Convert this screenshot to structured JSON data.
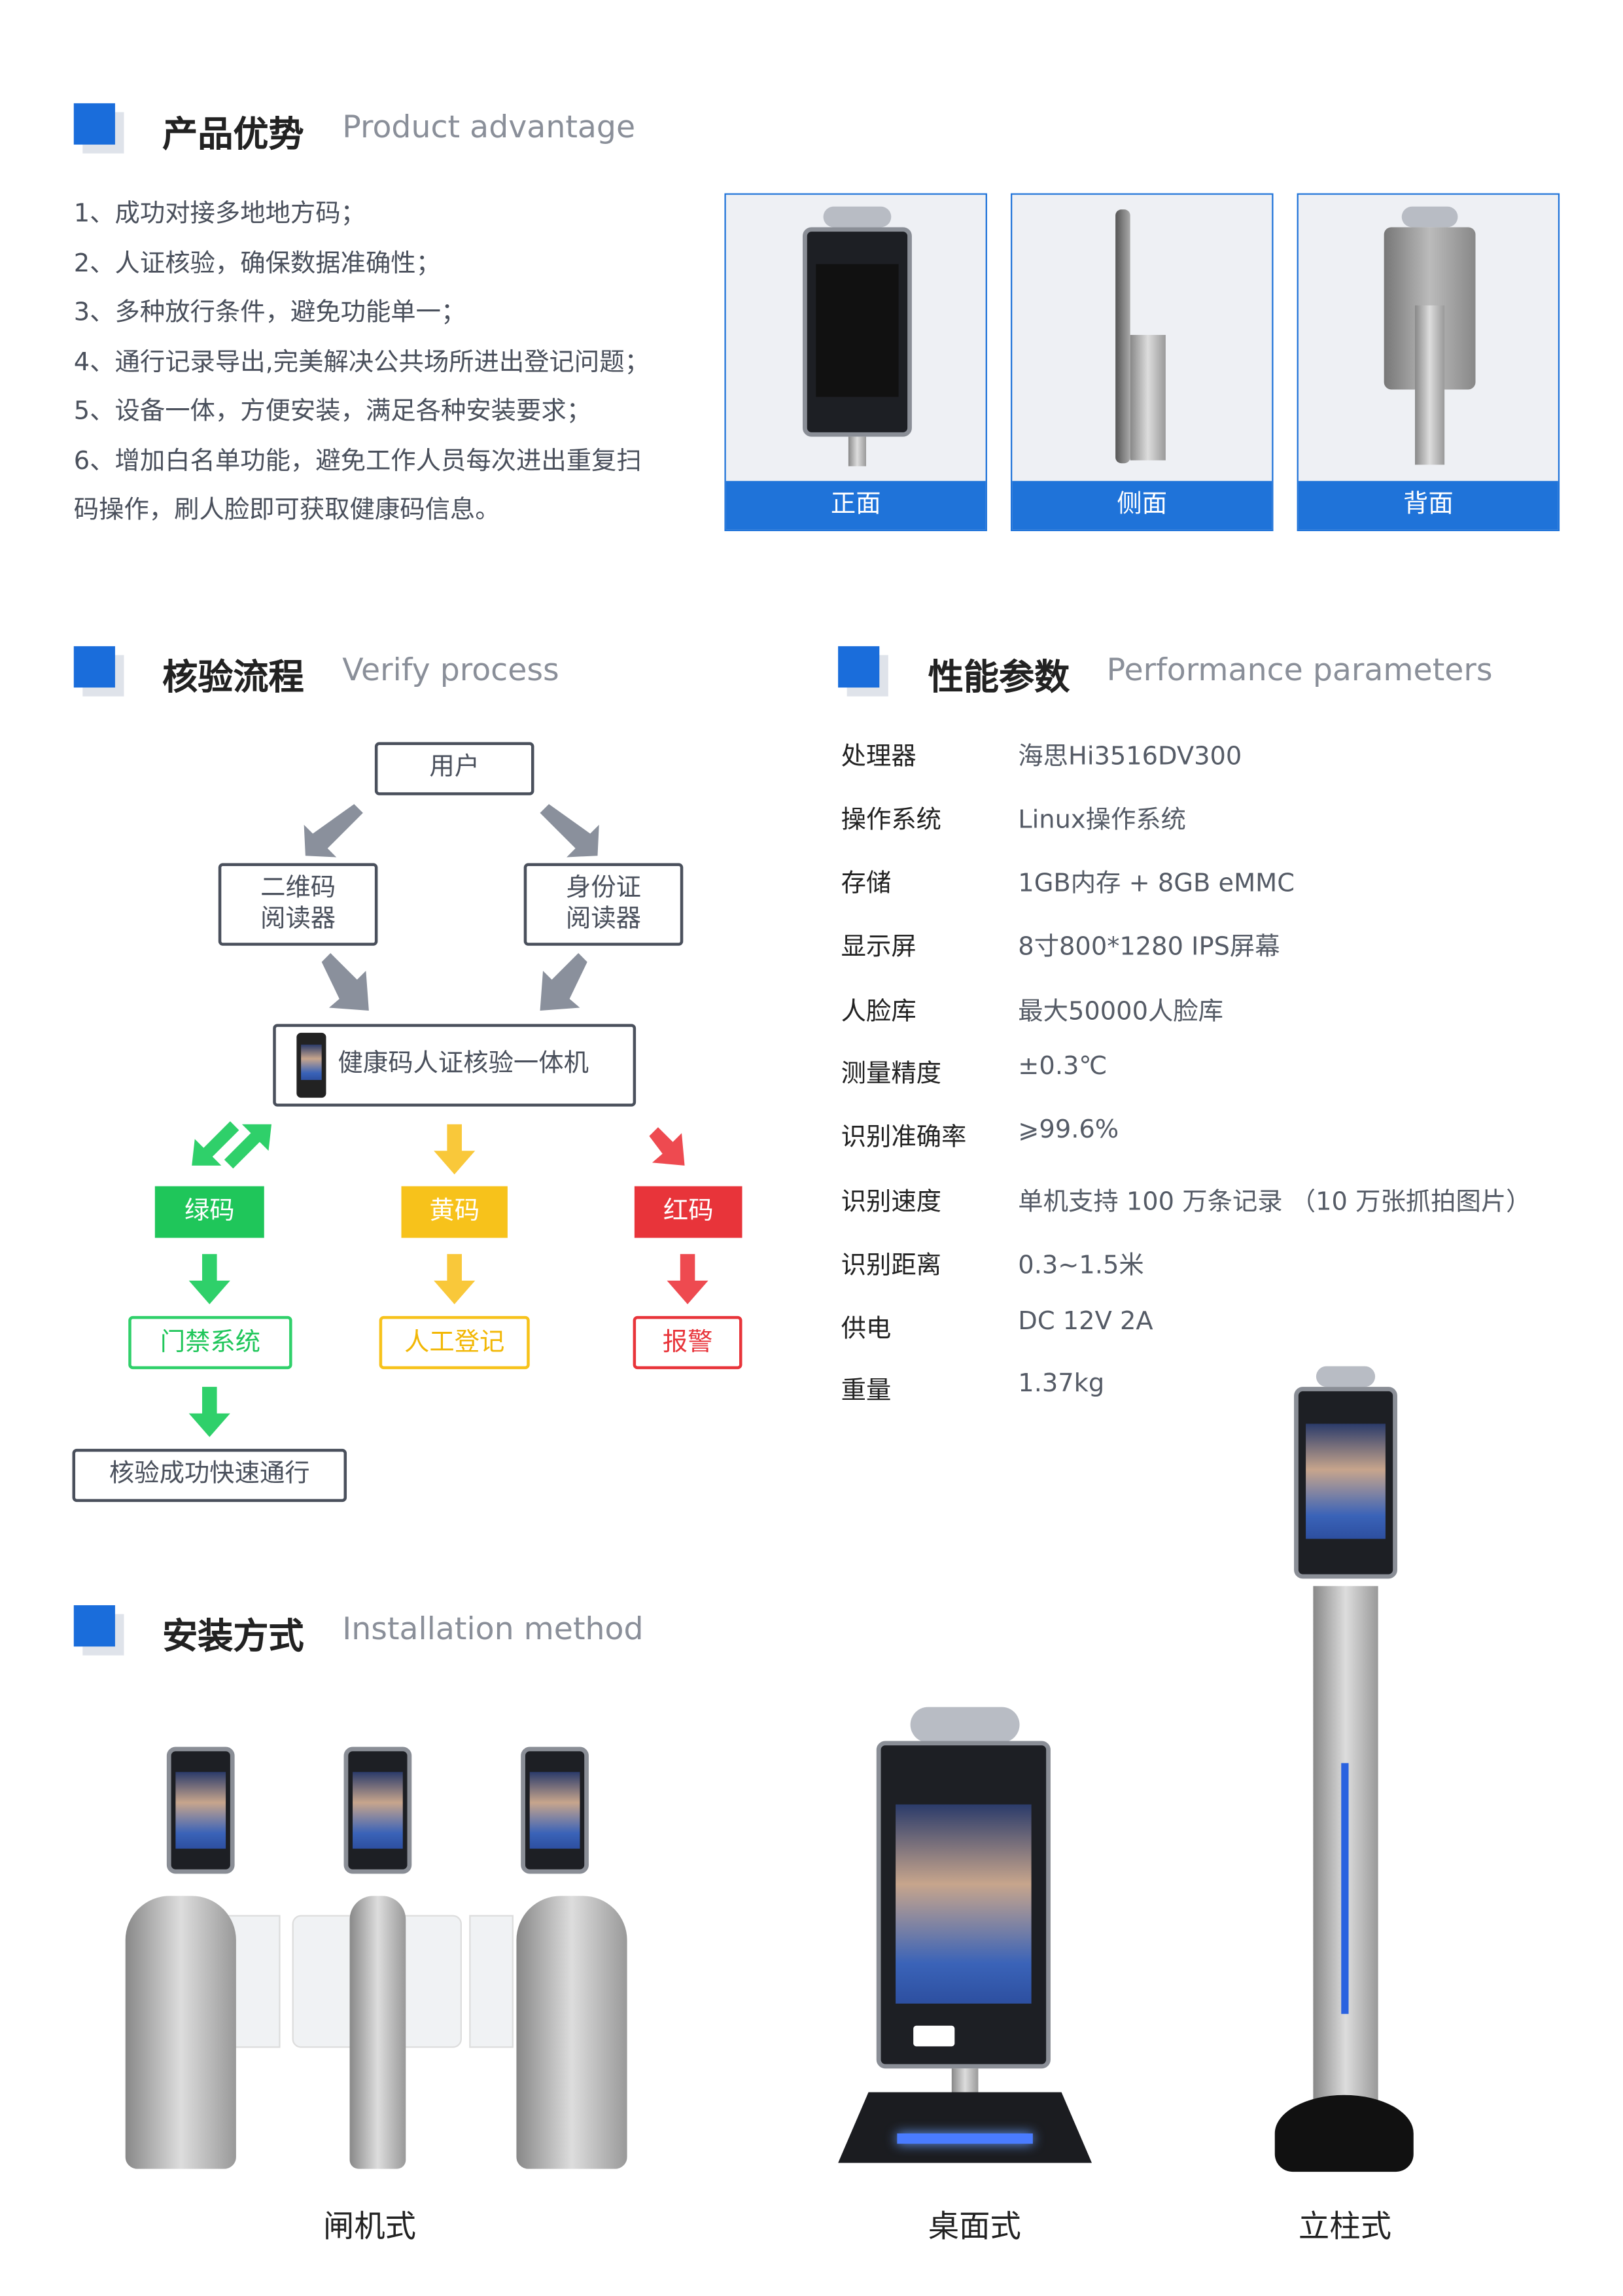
{
  "advantage": {
    "title": "产品优势",
    "subtitle": "Product advantage",
    "items": [
      "1、成功对接多地地方码；",
      "2、人证核验，确保数据准确性；",
      "3、多种放行条件，避免功能单一；",
      "4、通行记录导出,完美解决公共场所进出登记问题；",
      "5、设备一体，方便安装，满足各种安装要求；",
      "6、增加白名单功能，避免工作人员每次进出重复扫",
      "码操作，刷人脸即可获取健康码信息。"
    ],
    "views": [
      "正面",
      "侧面",
      "背面"
    ]
  },
  "verify": {
    "title": "核验流程",
    "subtitle": "Verify process",
    "user": "用户",
    "qr_reader": "二维码\n阅读器",
    "id_reader": "身份证\n阅读器",
    "device": "健康码人证核验一体机",
    "green": "绿码",
    "yellow": "黄码",
    "red": "红码",
    "green_action": "门禁系统",
    "yellow_action": "人工登记",
    "red_action": "报警",
    "success": "核验成功快速通行"
  },
  "params": {
    "title": "性能参数",
    "subtitle": "Performance parameters",
    "rows": [
      [
        "处理器",
        "海思Hi3516DV300"
      ],
      [
        "操作系统",
        "Linux操作系统"
      ],
      [
        "存储",
        "1GB内存 + 8GB eMMC"
      ],
      [
        "显示屏",
        "8寸800*1280 IPS屏幕"
      ],
      [
        "人脸库",
        "最大50000人脸库"
      ],
      [
        "测量精度",
        "±0.3℃"
      ],
      [
        "识别准确率",
        "⩾99.6%"
      ],
      [
        "识别速度",
        "单机支持 100 万条记录 （10 万张抓拍图片）"
      ],
      [
        "识别距离",
        "0.3~1.5米"
      ],
      [
        "供电",
        "DC 12V 2A"
      ],
      [
        "重量",
        "1.37kg"
      ]
    ]
  },
  "install": {
    "title": "安装方式",
    "subtitle": "Installation method",
    "methods": [
      "闸机式",
      "桌面式",
      "立柱式"
    ]
  },
  "colors": {
    "accent": "#1f73d9",
    "green": "#1fc65a",
    "yellow": "#f7c21b",
    "red": "#e8343a"
  }
}
